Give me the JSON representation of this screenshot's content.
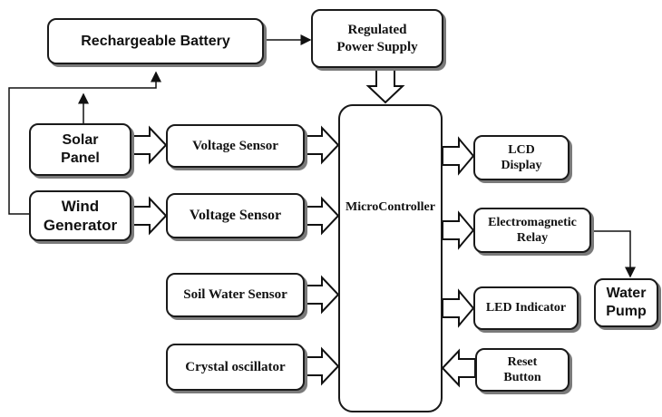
{
  "blocks": {
    "battery": "Rechargeable Battery",
    "power_supply": "Regulated\nPower Supply",
    "solar": "Solar\nPanel",
    "wind": "Wind\nGenerator",
    "voltage_sensor_1": "Voltage Sensor",
    "voltage_sensor_2": "Voltage Sensor",
    "soil_sensor": "Soil Water Sensor",
    "crystal": "Crystal  oscillator",
    "microcontroller": "MicroController",
    "lcd": "LCD\nDisplay",
    "relay": "Electromagnetic\nRelay",
    "led": "LED Indicator",
    "reset": "Reset\nButton",
    "pump": "Water\nPump"
  }
}
